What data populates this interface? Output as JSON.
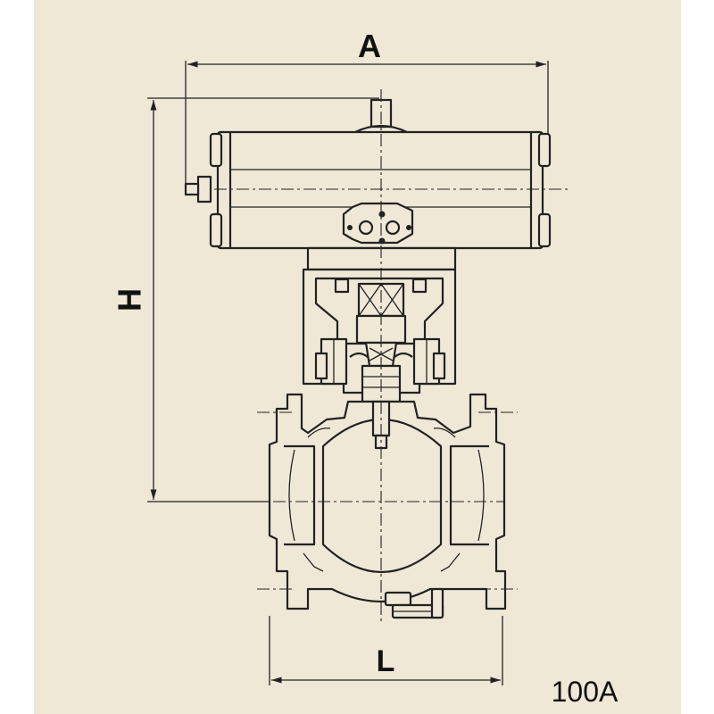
{
  "dimensions": {
    "width_label": "A",
    "height_label": "H",
    "length_label": "L"
  },
  "model": "100A",
  "colors": {
    "background": "#efe8d6",
    "line": "#222222"
  }
}
